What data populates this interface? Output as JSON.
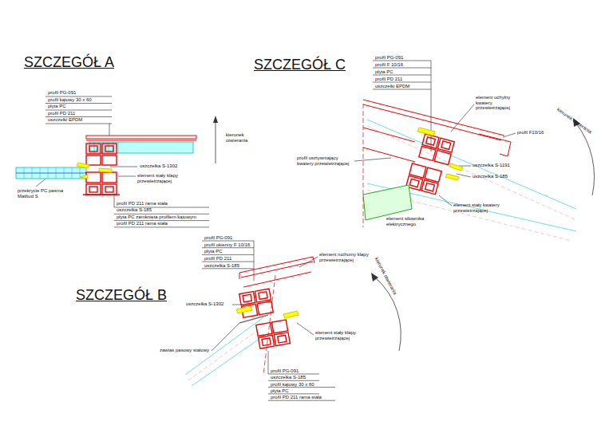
{
  "diagram": {
    "labels": [
      "SZCZEGÓŁ A",
      "profil PG-091",
      "profil kątowy 30 x 60",
      "płyta PC",
      "profil PD 211",
      "uszczelki EPDM",
      "kierunek otwierania",
      "uszczelka S-1302",
      "element stały klapy przewietrzającej",
      "przekrycie PC pasma Matbud S",
      "profil PD 211 rama stała",
      "uszczelka S-185",
      "płyta PC zamknięta profilem kątowym",
      "profil PD 211 rama stała",
      "SZCZEGÓŁ C",
      "profil PG-091",
      "profil F 10/16",
      "płyta PC",
      "profil PD 211",
      "uszczelki EPDM",
      "element uchylny kwatery przewietrzającej",
      "kierunek otwierania",
      "profil F10/16",
      "profil usztywniający kwatery przewietrzającej",
      "uszczelka S-1191",
      "uszczelka S-185",
      "element stały kwatery przewietrzającej",
      "element siłownika elektrycznego",
      "profil PG-091",
      "profil okienny F 10/16",
      "płyta PC",
      "profil PD 211",
      "uszczelka S-185",
      "element ruchomy klapy przewietrzającej",
      "kierunek otwierania",
      "SZCZEGÓŁ B",
      "uszczelka S-1302",
      "zawias pasowy stalowy",
      "element stały klapy przewietrzającej",
      "profil PG-091",
      "uszczelka S-185",
      "profil kątowy 30 x 60",
      "płyta PC",
      "profil PD 211 rama stała"
    ]
  }
}
